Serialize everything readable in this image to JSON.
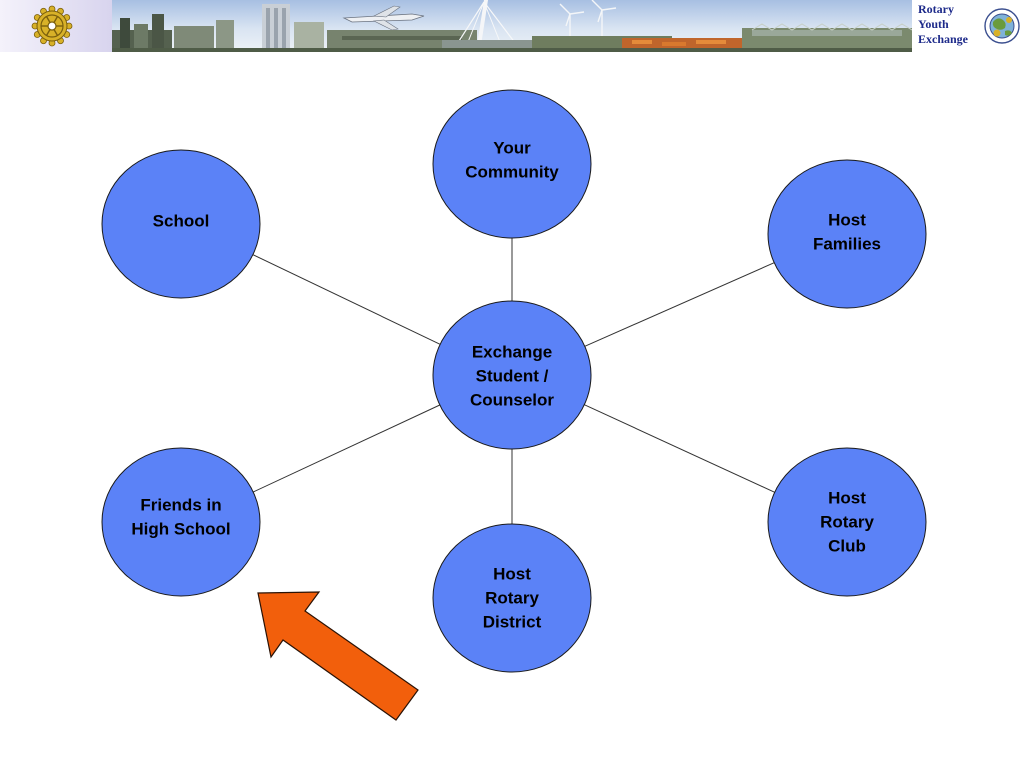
{
  "banner": {
    "brand_lines": [
      "Rotary",
      "Youth",
      "Exchange"
    ],
    "left_logo_icon": "rotary-wheel-icon",
    "right_logo_icon": "rotary-youth-exchange-globe-icon",
    "colors": {
      "brand_text": "#1d2a8a",
      "logo_gold": "#d8b128"
    }
  },
  "diagram": {
    "colors": {
      "node_fill": "#5b82f7",
      "node_stroke": "#1a1a1a",
      "edge": "#333333",
      "arrow_fill": "#f25f0c",
      "arrow_stroke": "#2a1205"
    },
    "center": {
      "id": "exchange-student-counselor",
      "lines": [
        "Exchange",
        "Student /",
        "Counselor"
      ]
    },
    "nodes": [
      {
        "id": "your-community",
        "lines": [
          "Your",
          "Community"
        ]
      },
      {
        "id": "school",
        "lines": [
          "School"
        ]
      },
      {
        "id": "host-families",
        "lines": [
          "Host",
          "Families"
        ]
      },
      {
        "id": "friends-in-high-school",
        "lines": [
          "Friends in",
          "High School"
        ]
      },
      {
        "id": "host-rotary-club",
        "lines": [
          "Host",
          "Rotary",
          "Club"
        ]
      },
      {
        "id": "host-rotary-district",
        "lines": [
          "Host",
          "Rotary",
          "District"
        ]
      }
    ],
    "highlighted_node": "friends-in-high-school"
  }
}
